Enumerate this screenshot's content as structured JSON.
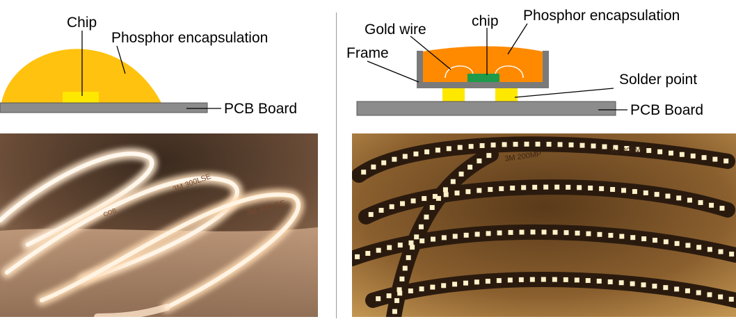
{
  "left_diagram": {
    "chip_label": "Chip",
    "phosphor_label": "Phosphor encapsulation",
    "pcb_label": "PCB Board"
  },
  "right_diagram": {
    "gold_wire_label": "Gold wire",
    "chip_label": "chip",
    "phosphor_label": "Phosphor encapsulation",
    "frame_label": "Frame",
    "solder_label": "Solder point",
    "pcb_label": "PCB Board"
  },
  "photos": {
    "left_strip_print": [
      "3M 300LSE",
      "COB",
      "3M 300LSE"
    ],
    "right_strip_print": [
      "3M 200MP",
      "3M 200MP"
    ]
  },
  "colors": {
    "phosphor_yellow": "#FFC20E",
    "phosphor_orange": "#FF8A00",
    "chip_green": "#1E9B4A",
    "chip_yellow": "#FFE800",
    "pcb_gray": "#8C8C8C",
    "frame_gray": "#7A7A7A"
  }
}
